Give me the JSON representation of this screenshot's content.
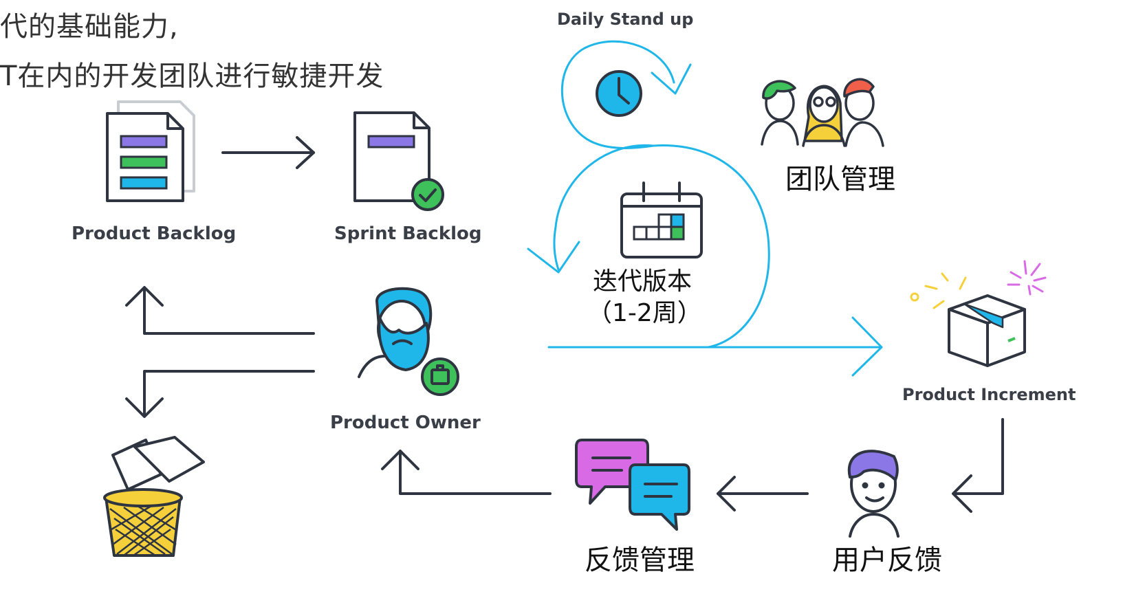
{
  "intro": {
    "line1": "代的基础能力,",
    "line2": "T在内的开发团队进行敏捷开发"
  },
  "labels": {
    "daily_standup": "Daily Stand up",
    "product_backlog": "Product Backlog",
    "sprint_backlog": "Sprint Backlog",
    "product_owner": "Product Owner",
    "product_increment": "Product Increment",
    "team_management": "团队管理",
    "iteration_version": "迭代版本",
    "iteration_period": "（1-2周）",
    "feedback_management": "反馈管理",
    "user_feedback": "用户反馈"
  },
  "icons": {
    "product_backlog": "document-stack-icon",
    "sprint_backlog": "document-check-icon",
    "clock": "clock-icon",
    "calendar": "calendar-icon",
    "team": "team-people-icon",
    "product_owner": "bearded-person-icon",
    "gift_box": "package-box-icon",
    "trash": "trash-basket-icon",
    "chat": "chat-bubbles-icon",
    "user": "user-person-icon"
  },
  "colors": {
    "cyan": "#1fb6ea",
    "purple": "#8b78e6",
    "green": "#3ec15a",
    "magenta": "#d86ae6",
    "yellow": "#f5d03a",
    "dark": "#2e3440"
  }
}
